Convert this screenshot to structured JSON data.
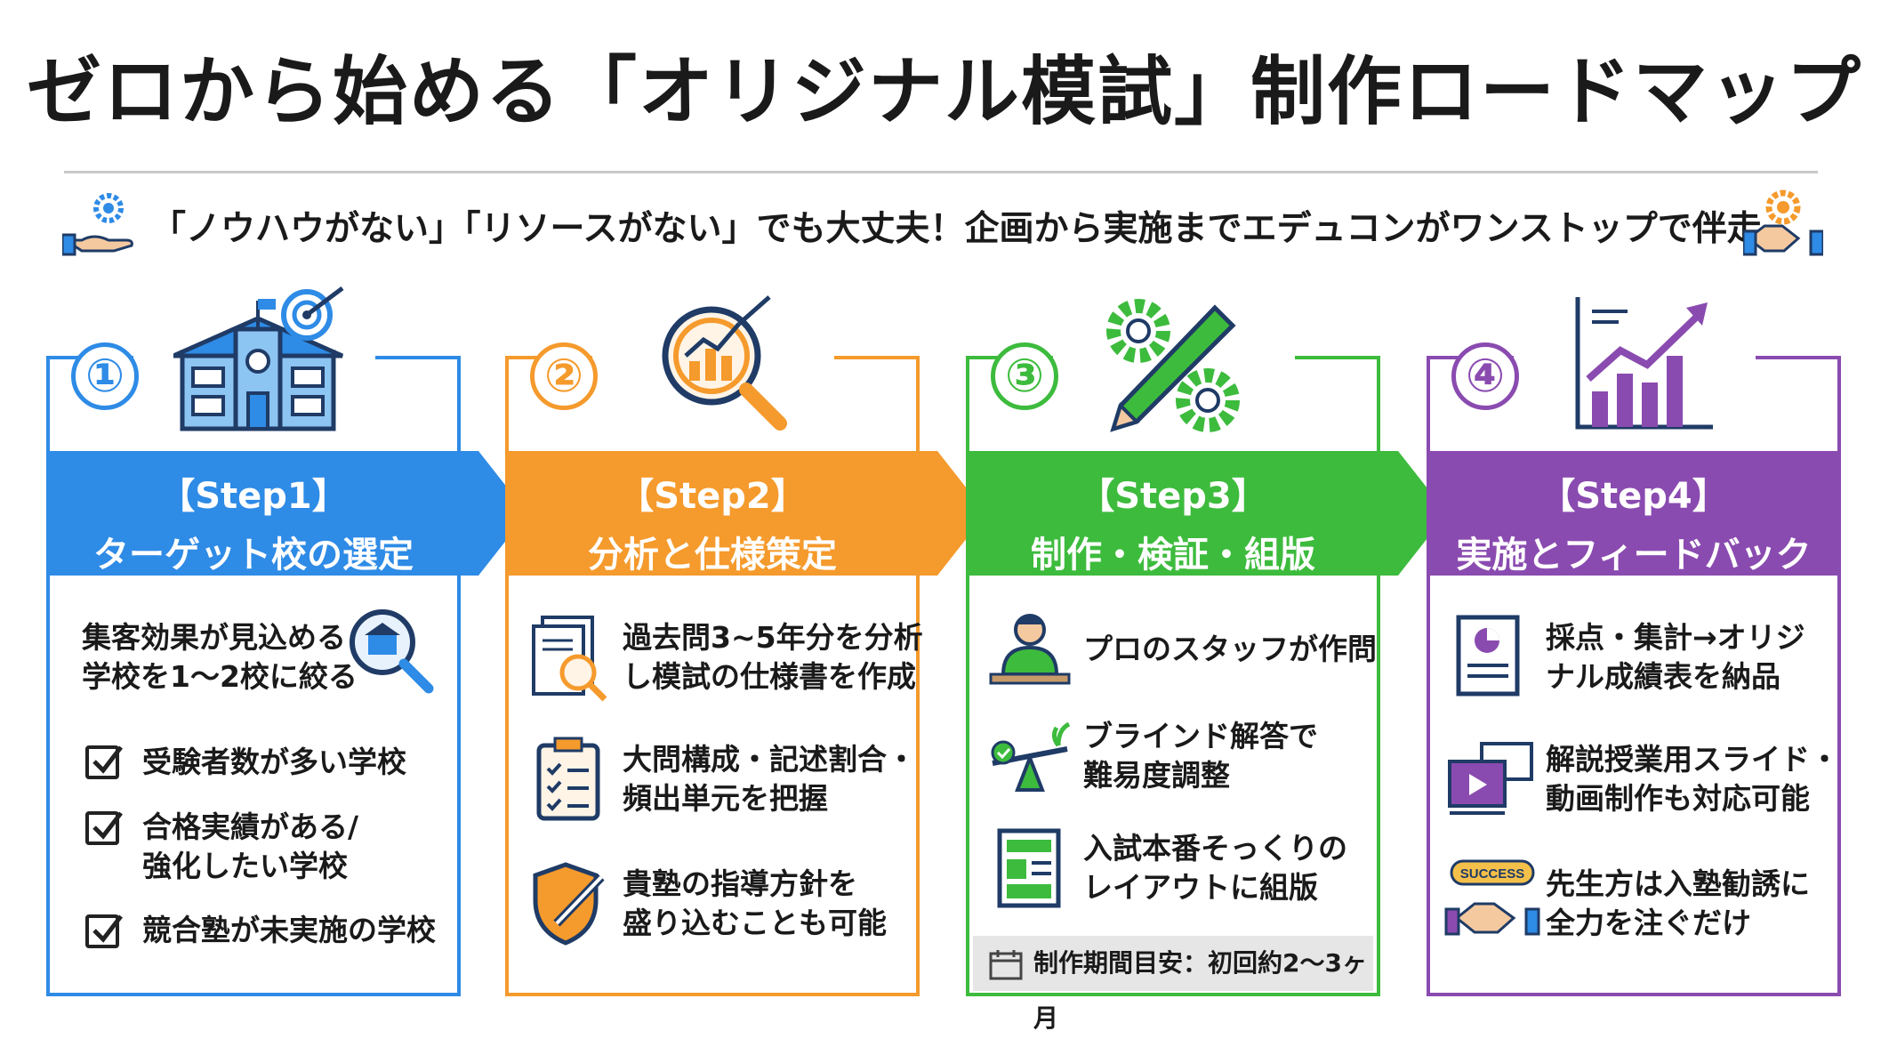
{
  "title": "ゼロから始める「オリジナル模試」制作ロードマップ",
  "subtitle": "「ノウハウがない」「リソースがない」でも大丈夫！企画から実施までエデュコンがワンストップで伴走",
  "colors": {
    "step1": "#2e8be6",
    "step2": "#f59a2c",
    "step3": "#3dbb3d",
    "step4": "#8a4bb0"
  },
  "steps": [
    {
      "number": "①",
      "step_label": "【Step1】",
      "title": "ターゲット校の選定",
      "lead": "集客効果が見込める\n学校を1～2校に絞る",
      "checks": [
        "受験者数が多い学校",
        "合格実績がある/\n強化したい学校",
        "競合塾が未実施の学校"
      ]
    },
    {
      "number": "②",
      "step_label": "【Step2】",
      "title": "分析と仕様策定",
      "items": [
        "過去問3~5年分を分析\nし模試の仕様書を作成",
        "大問構成・記述割合・\n頻出単元を把握",
        "貴塾の指導方針を\n盛り込むことも可能"
      ]
    },
    {
      "number": "③",
      "step_label": "【Step3】",
      "title": "制作・検証・組版",
      "items": [
        "プロのスタッフが作問",
        "ブラインド解答で\n難易度調整",
        "入試本番そっくりの\nレイアウトに組版"
      ],
      "footer": "制作期間目安：初回約2～3ヶ月"
    },
    {
      "number": "④",
      "step_label": "【Step4】",
      "title": "実施とフィードバック",
      "items": [
        "採点・集計→オリジ\nナル成績表を納品",
        "解説授業用スライド・\n動画制作も対応可能",
        "先生方は入塾勧誘に\n全力を注ぐだけ"
      ],
      "badge": "SUCCESS"
    }
  ]
}
